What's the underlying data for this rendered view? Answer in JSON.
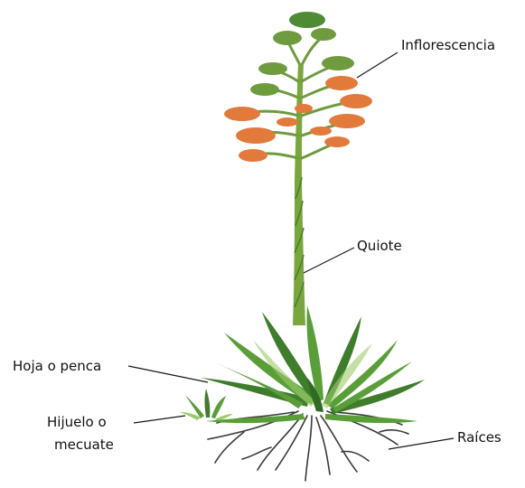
{
  "labels": {
    "inflorescencia": "Inflorescencia",
    "quiote": "Quiote",
    "hoja": "Hoja o penca",
    "hijuelo_line1": "Hijuelo o",
    "hijuelo_line2": "mecuate",
    "raices": "Raíces"
  },
  "colors": {
    "leaf_dark": "#3f7d2c",
    "leaf_mid": "#5a9e3a",
    "leaf_light": "#9ccb6a",
    "stalk": "#7aa63e",
    "flower_orange": "#e27a3c",
    "flower_green": "#6f9b3f",
    "root": "#3a3a3a"
  }
}
